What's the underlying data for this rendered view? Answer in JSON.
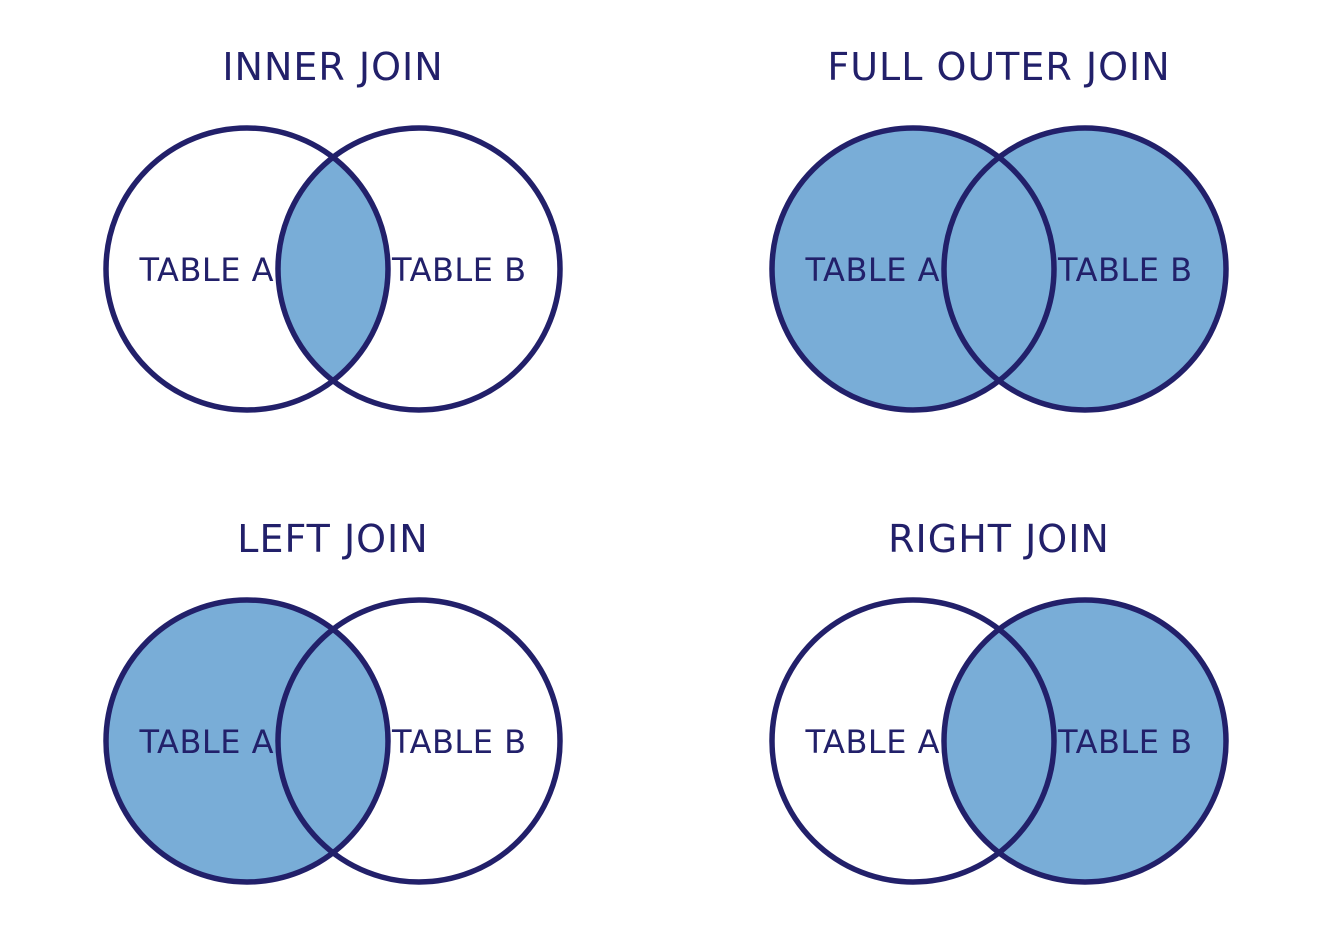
{
  "colors": {
    "ink": "#22206a",
    "shade": "#79add7",
    "background": "#ffffff"
  },
  "panels": [
    {
      "id": "inner-join",
      "title": "INNER JOIN",
      "label_a": "TABLE A",
      "label_b": "TABLE B",
      "shaded_region": "intersection-only",
      "fills": {
        "a": "#ffffff",
        "b": "#ffffff",
        "intersection": "#79add7"
      }
    },
    {
      "id": "full-outer-join",
      "title": "FULL OUTER JOIN",
      "label_a": "TABLE A",
      "label_b": "TABLE B",
      "shaded_region": "both-circles",
      "fills": {
        "a": "#79add7",
        "b": "#79add7",
        "intersection": "#79add7"
      }
    },
    {
      "id": "left-join",
      "title": "LEFT JOIN",
      "label_a": "TABLE A",
      "label_b": "TABLE B",
      "shaded_region": "left-circle-including-intersection",
      "fills": {
        "a": "#79add7",
        "b": "#ffffff",
        "intersection": "#79add7"
      }
    },
    {
      "id": "right-join",
      "title": "RIGHT JOIN",
      "label_a": "TABLE A",
      "label_b": "TABLE B",
      "shaded_region": "right-circle-including-intersection",
      "fills": {
        "a": "#ffffff",
        "b": "#79add7",
        "intersection": "#79add7"
      }
    }
  ]
}
